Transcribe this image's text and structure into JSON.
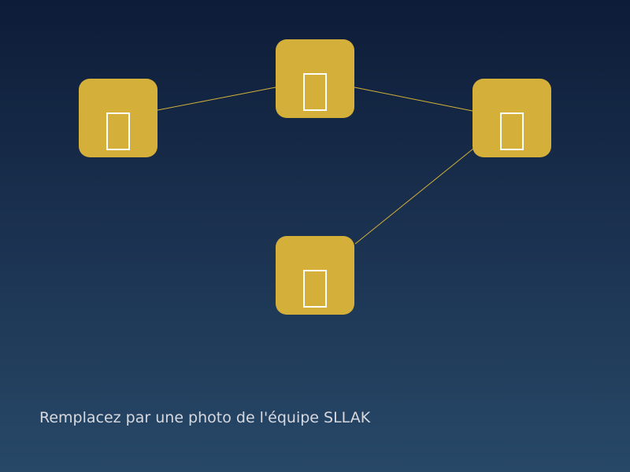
{
  "colors": {
    "background_top": "#0d1c38",
    "background_bottom": "#284868",
    "node_fill": "#d4b03a",
    "connector": "#d4b03a",
    "glyph": "#ffffff",
    "caption": "#d7d9df"
  },
  "nodes": [
    {
      "id": "node-1",
      "icon": "missing-glyph-icon"
    },
    {
      "id": "node-2",
      "icon": "missing-glyph-icon"
    },
    {
      "id": "node-3",
      "icon": "missing-glyph-icon"
    },
    {
      "id": "node-4",
      "icon": "missing-glyph-icon"
    }
  ],
  "connections": [
    {
      "from": "node-1",
      "to": "node-2"
    },
    {
      "from": "node-2",
      "to": "node-3"
    },
    {
      "from": "node-3",
      "to": "node-4"
    }
  ],
  "caption": {
    "text": "Remplacez par une photo de l'équipe SLLAK"
  }
}
